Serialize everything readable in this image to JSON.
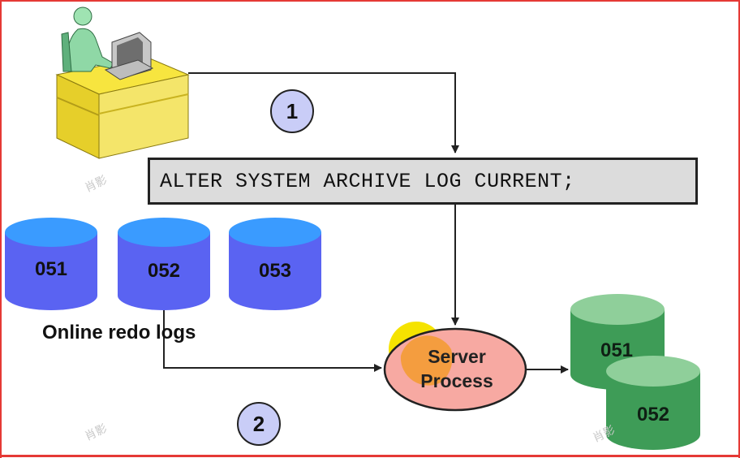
{
  "command": "ALTER SYSTEM ARCHIVE LOG CURRENT;",
  "steps": [
    "1",
    "2"
  ],
  "online_redo_logs": {
    "caption": "Online redo logs",
    "files": [
      "051",
      "052",
      "053"
    ]
  },
  "server_process": {
    "line1": "Server",
    "line2": "Process"
  },
  "archived_logs": [
    "051",
    "052"
  ],
  "watermarks": [
    "肖影",
    "肖影",
    "肖影"
  ],
  "icons": [
    "user-at-workstation-icon"
  ],
  "colors": {
    "online_log_top": "#3a9bff",
    "online_log_body": "#5a63f2",
    "archive_top": "#8fcf9a",
    "archive_body": "#3e9c57",
    "server_process_fill": "#f7a9a2",
    "cpu_glow": "#f5e300",
    "command_box": "#dcdcdc",
    "step_badge": "#c9cdf7",
    "underline": "#e53935"
  }
}
